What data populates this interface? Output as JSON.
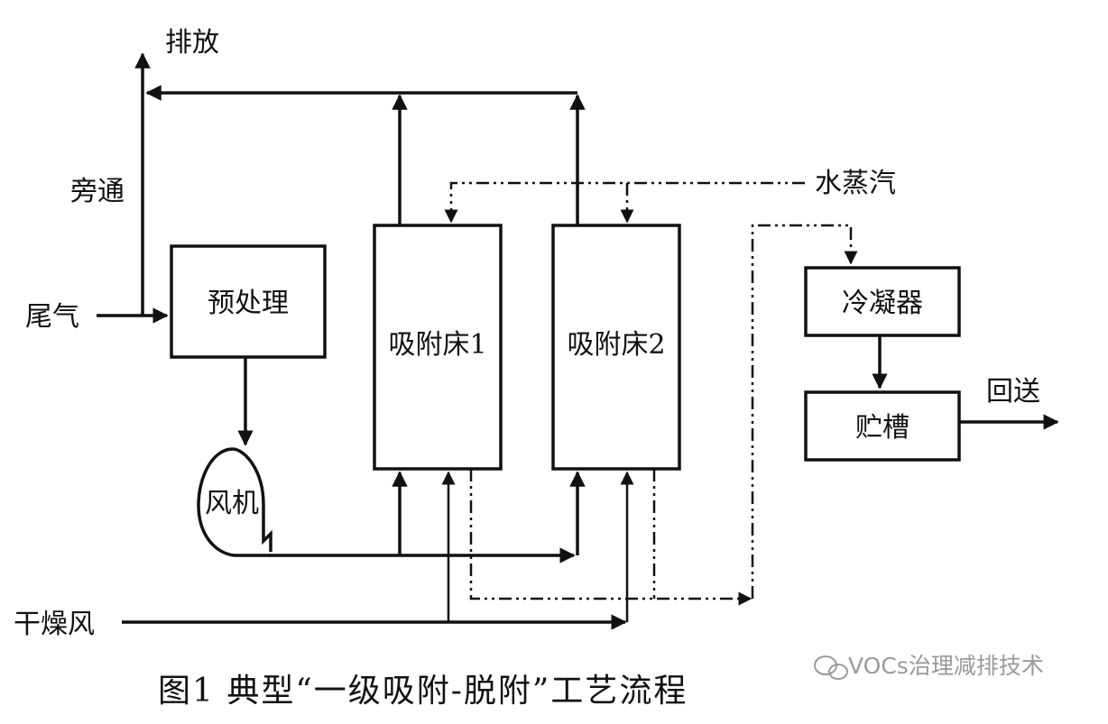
{
  "labels": {
    "exhaust": "排放",
    "bypass": "旁通",
    "tail_gas": "尾气",
    "pretreatment": "预处理",
    "fan": "风机",
    "bed1": "吸附床1",
    "bed2": "吸附床2",
    "steam": "水蒸汽",
    "condenser": "冷凝器",
    "tank": "贮槽",
    "return": "回送",
    "dry_air": "干燥风"
  },
  "caption": "图1 典型“一级吸附-脱附”工艺流程",
  "watermark": {
    "icon": "wechat-icon",
    "text": "VOCs治理减排技术"
  }
}
